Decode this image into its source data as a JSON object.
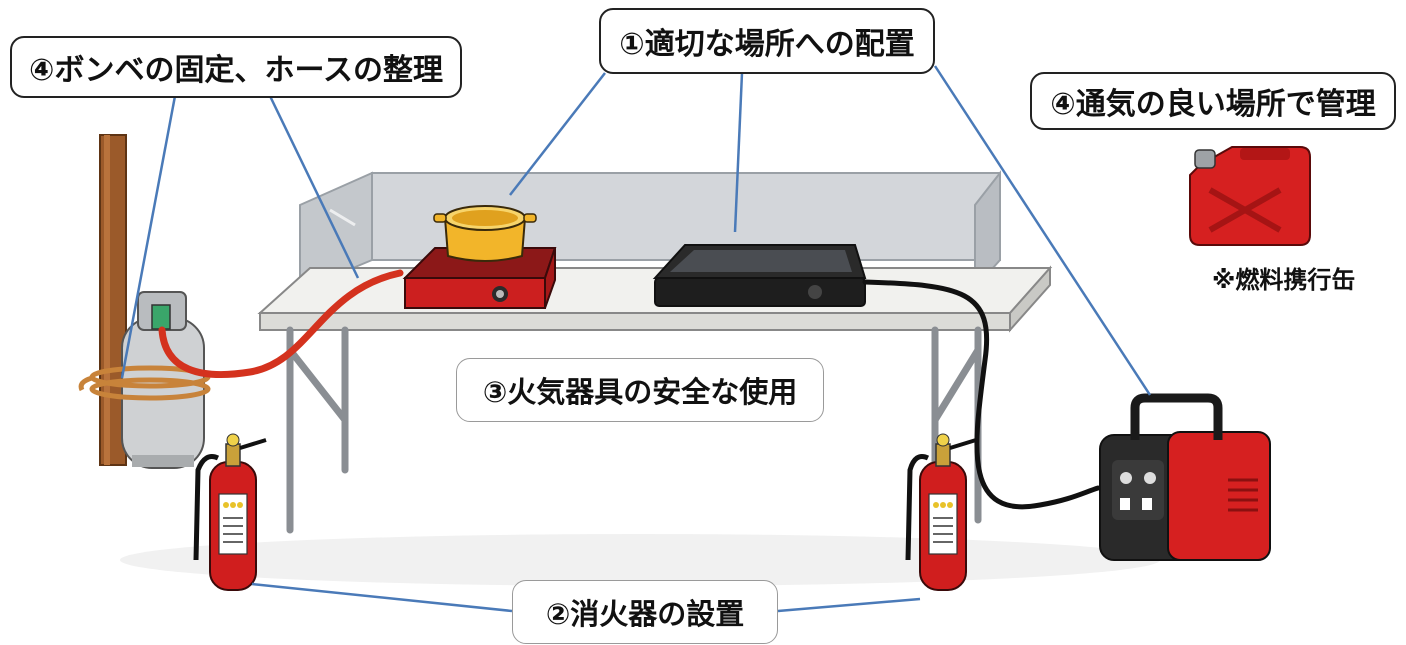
{
  "labels": {
    "placement": "①適切な場所への配置",
    "cylinder": "④ボンベの固定、ホースの整理",
    "ventilation": "④通気の良い場所で管理",
    "safe_use": "③火気器具の安全な使用",
    "extinguisher": "②消火器の設置",
    "fuel_can_note": "※燃料携行缶"
  },
  "colors": {
    "leader_line": "#4a7ab8",
    "equipment_red": "#cc1f1f",
    "pot_yellow": "#f2b52a",
    "table_top": "#f1f1ee",
    "screen_panel": "#cfd2d6"
  },
  "illustrations": [
    "wooden-post-icon",
    "gas-cylinder-icon",
    "rope-icon",
    "gas-hose-icon",
    "folding-table-icon",
    "windscreen-panel-icon",
    "gas-stove-icon",
    "cooking-pot-icon",
    "hot-plate-icon",
    "power-cord-icon",
    "generator-icon",
    "fire-extinguisher-icon",
    "fuel-can-icon"
  ]
}
